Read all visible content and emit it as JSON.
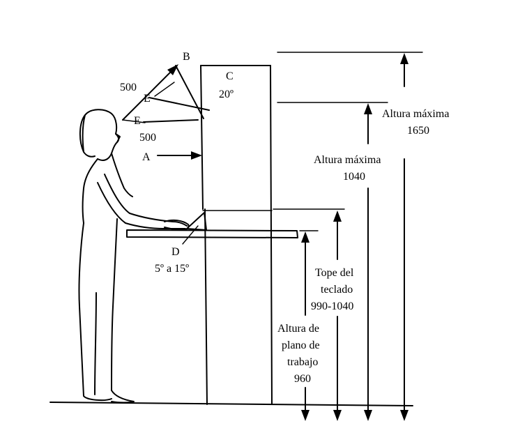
{
  "labels": {
    "a": "A",
    "b": "B",
    "c": "C",
    "c_angle": "20º",
    "d": "D",
    "d_angle": "5º a 15º",
    "e_upper": "E",
    "e_lower": "E",
    "dist_upper": "500",
    "dist_lower": "500"
  },
  "dimensions": {
    "max_height_top": {
      "line1": "Altura máxima",
      "line2": "1650"
    },
    "max_height_mid": {
      "line1": "Altura máxima",
      "line2": "1040"
    },
    "keyboard_top": {
      "line1": "Tope del",
      "line2": "teclado",
      "line3": "990-1040"
    },
    "work_plane": {
      "line1": "Altura de",
      "line2": "plano de",
      "line3": "trabajo",
      "line4": "960"
    }
  }
}
